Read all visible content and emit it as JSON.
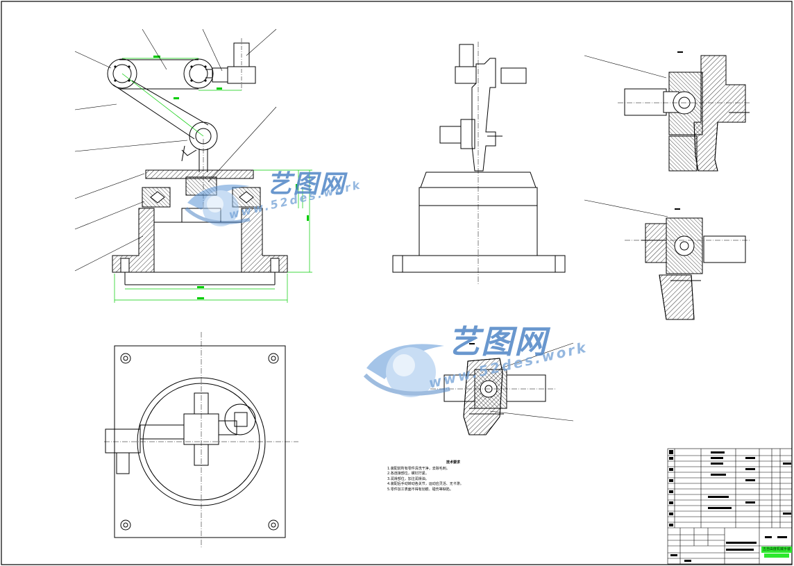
{
  "watermark": {
    "cn": "艺图网",
    "en": "www.52des.work"
  },
  "notes": {
    "title": "技术要求",
    "lines": [
      "1.装配前所有零件清洗干净，去除毛刺。",
      "2.各连接部位，螺钉拧紧。",
      "3.润滑部位，加注润滑油。",
      "4.装配后手动转动各关节，运动应灵活、无卡滞。",
      "5.零件加工表面不得有划痕、碰伤等缺陷。"
    ]
  },
  "title_block": {
    "drawing_name": "五自由度机械手装配图"
  },
  "colors": {
    "line": "#000000",
    "dimension": "#00cc00",
    "hatch": "#000000",
    "watermark": "#4f86c6",
    "title_block_fill": "#2ee82e"
  }
}
